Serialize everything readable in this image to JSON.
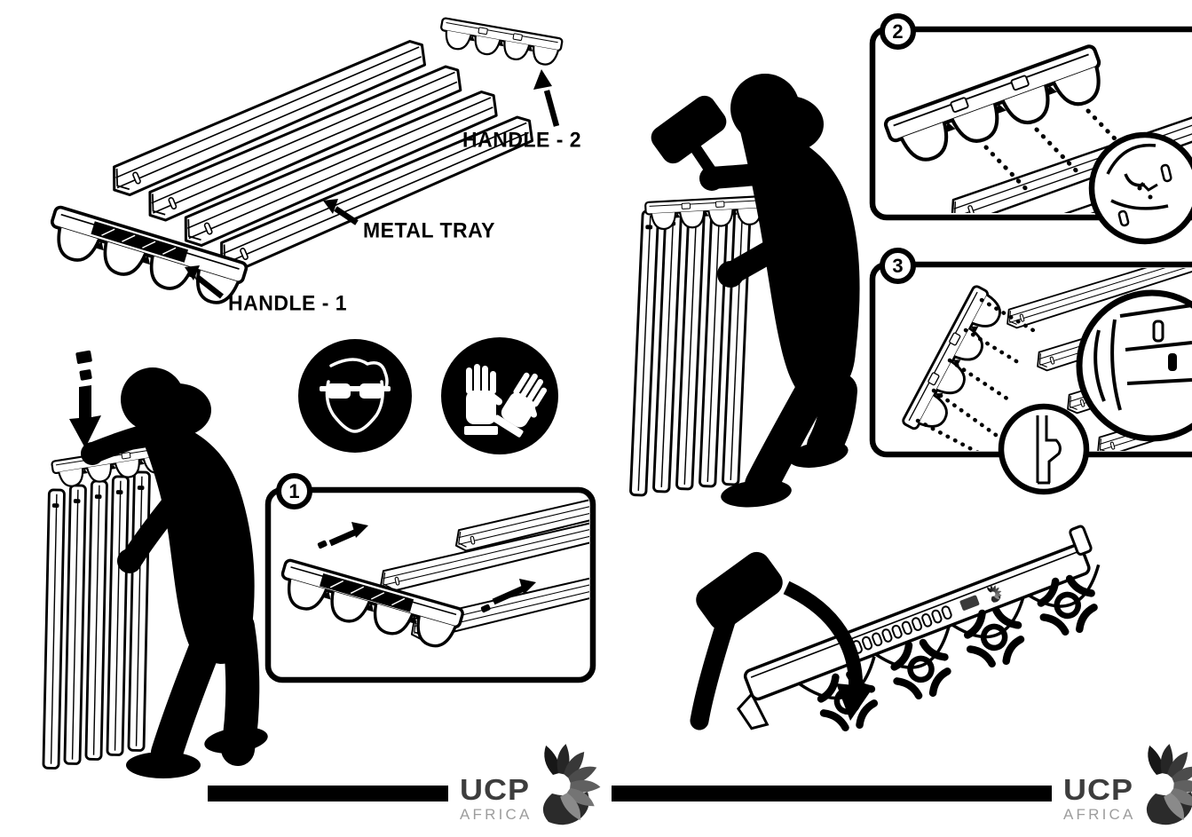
{
  "page": {
    "background": "#ffffff",
    "ink": "#000000",
    "description_icons": [
      "eye-protection-icon",
      "protective-gloves-icon",
      "rubber-mallet-icon",
      "down-arrow-icon",
      "magnifier-detail-circle",
      "ucp-swirl-logo"
    ]
  },
  "parts_labels": {
    "handle_2": "HANDLE - 2",
    "metal_tray": "METAL TRAY",
    "handle_1": "HANDLE - 1"
  },
  "steps": [
    {
      "number": "1"
    },
    {
      "number": "2"
    },
    {
      "number": "3"
    }
  ],
  "footer": {
    "logos": [
      {
        "text": "UCP",
        "subtext": "AFRICA"
      },
      {
        "text": "UCP",
        "subtext": "AFRICA"
      }
    ],
    "colors": {
      "logo_dark": "#3d3d3d",
      "logo_light": "#9d9d9d",
      "bar": "#000000"
    }
  }
}
